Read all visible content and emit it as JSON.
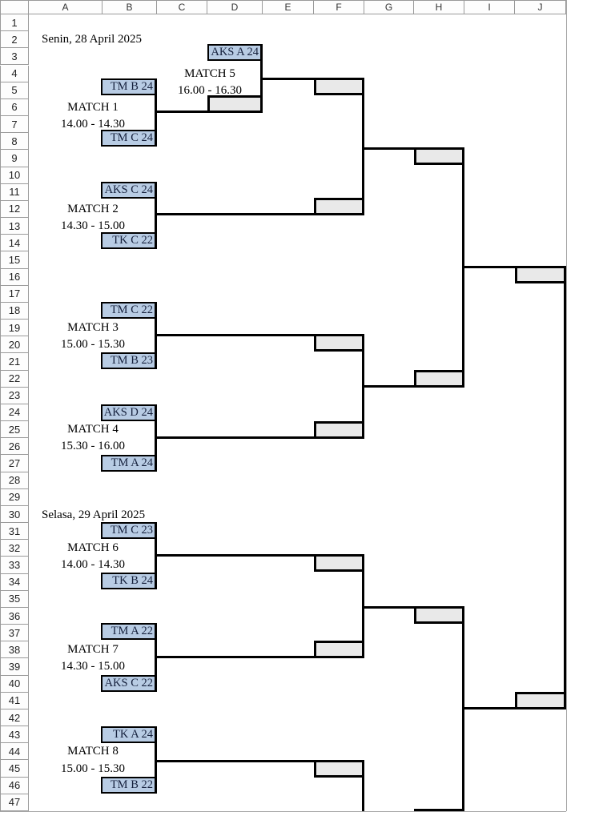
{
  "sheet": {
    "column_headers": [
      "A",
      "B",
      "C",
      "D",
      "E",
      "F",
      "G",
      "H",
      "I",
      "J"
    ],
    "row_count": 47,
    "colors": {
      "team_fill": "#b8cce4",
      "slot_fill": "#e9e9e9",
      "bracket_line": "#000000"
    }
  },
  "days": [
    {
      "date": "Senin, 28 April 2025"
    },
    {
      "date": "Selasa, 29 April 2025"
    }
  ],
  "matches": [
    {
      "label": "MATCH 1",
      "time": "14.00 - 14.30",
      "teams": [
        "TM B 24",
        "TM C 24"
      ]
    },
    {
      "label": "MATCH 2",
      "time": "14.30 - 15.00",
      "teams": [
        "AKS C 24",
        "TK C 22"
      ]
    },
    {
      "label": "MATCH 3",
      "time": "15.00 - 15.30",
      "teams": [
        "TM C 22",
        "TM B 23"
      ]
    },
    {
      "label": "MATCH 4",
      "time": "15.30 - 16.00",
      "teams": [
        "AKS D 24",
        "TM A 24"
      ]
    },
    {
      "label": "MATCH 5",
      "time": "16.00 - 16.30",
      "teams": [
        "AKS A 24"
      ]
    },
    {
      "label": "MATCH 6",
      "time": "14.00 - 14.30",
      "teams": [
        "TM C 23",
        "TK B 24"
      ]
    },
    {
      "label": "MATCH 7",
      "time": "14.30 - 15.00",
      "teams": [
        "TM A 22",
        "AKS C 22"
      ]
    },
    {
      "label": "MATCH 8",
      "time": "15.00 - 15.30",
      "teams": [
        "TK A 24",
        "TM B 22"
      ]
    }
  ]
}
